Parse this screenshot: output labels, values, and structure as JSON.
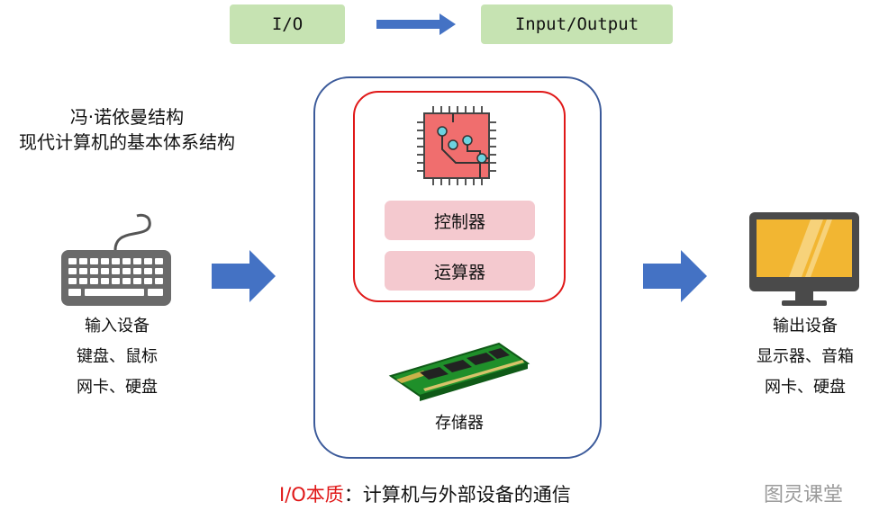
{
  "top": {
    "io_label": "I/O",
    "io_full_label": "Input/Output"
  },
  "title": {
    "line1": "冯·诺依曼结构",
    "line2": "现代计算机的基本体系结构"
  },
  "input": {
    "line1": "输入设备",
    "line2": "键盘、鼠标",
    "line3": "网卡、硬盘"
  },
  "computer": {
    "control_label": "控制器",
    "alu_label": "运算器",
    "memory_label": "存储器"
  },
  "output": {
    "line1": "输出设备",
    "line2": "显示器、音箱",
    "line3": "网卡、硬盘"
  },
  "footer": {
    "essence_red": "I/O本质",
    "essence_rest": "：计算机与外部设备的通信",
    "watermark": "图灵课堂"
  },
  "colors": {
    "tag_green": "#c6e3b2",
    "arrow_blue": "#4472c4",
    "box_blue": "#3b5a9a",
    "red": "#e01818",
    "pink": "#f4c9cf",
    "monitor_yellow": "#f2b632"
  }
}
